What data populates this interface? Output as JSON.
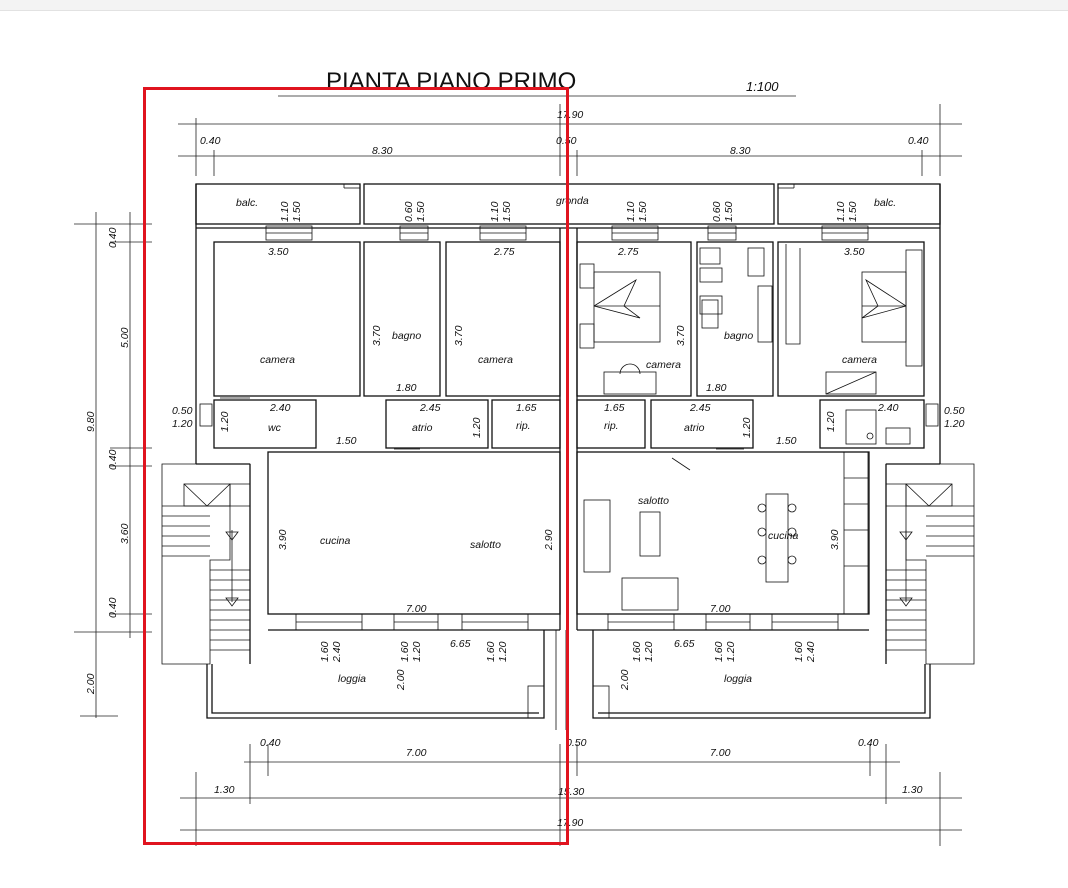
{
  "drawing": {
    "title": "PIANTA PIANO PRIMO",
    "scale": "1:100"
  },
  "rooms": {
    "balc_left": "balc.",
    "balc_right": "balc.",
    "gronda": "gronda",
    "camera_1": "camera",
    "bagno_1": "bagno",
    "camera_2": "camera",
    "camera_3": "camera",
    "bagno_2": "bagno",
    "camera_4": "camera",
    "wc": "wc",
    "atrio_1": "atrio",
    "rip_1": "rip.",
    "rip_2": "rip.",
    "atrio_2": "atrio",
    "cucina_1": "cucina",
    "salotto_1": "salotto",
    "salotto_2": "salotto",
    "cucina_2": "cucina",
    "loggia_1": "loggia",
    "loggia_2": "loggia"
  },
  "dims": {
    "top_total": "17.90",
    "top_040_l": "0.40",
    "top_830_l": "8.30",
    "top_050": "0.50",
    "top_830_r": "8.30",
    "top_040_r": "0.40",
    "bot_040_l": "0.40",
    "bot_700_l": "7.00",
    "bot_050": "0.50",
    "bot_700_r": "7.00",
    "bot_040_r": "0.40",
    "bot_130_l": "1.30",
    "bot_1530": "15.30",
    "bot_130_r": "1.30",
    "bot_total": "17.90",
    "left_040_a": "0.40",
    "left_500": "5.00",
    "left_980": "9.80",
    "left_040_b": "0.40",
    "left_360": "3.60",
    "left_040_c": "0.40",
    "left_200": "2.00",
    "win_110_1": "1.10",
    "win_150_1": "1.50",
    "win_060_1": "0.60",
    "win_150_2": "1.50",
    "win_110_2": "1.10",
    "win_150_3": "1.50",
    "win_110_3": "1.10",
    "win_150_4": "1.50",
    "win_060_2": "0.60",
    "win_150_5": "1.50",
    "win_110_4": "1.10",
    "win_150_6": "1.50",
    "cam1_w": "3.50",
    "cam2_w": "2.75",
    "cam3_w": "2.75",
    "cam4_w": "3.50",
    "bagno1_h": "3.70",
    "cam2_h": "3.70",
    "cam3_h": "3.70",
    "bagno1_w": "1.80",
    "bagno2_w": "1.80",
    "wc_w": "2.40",
    "wc_h": "1.20",
    "atrio1_w": "2.45",
    "rip1_w": "1.65",
    "rip1_h": "1.20",
    "rip2_w": "1.65",
    "atrio2_w": "2.45",
    "atrio2_h": "1.20",
    "wc2_h": "1.20",
    "wc2_w": "2.40",
    "corr_150_l": "1.50",
    "corr_150_r": "1.50",
    "side_050_l": "0.50",
    "side_120_l": "1.20",
    "side_050_r": "0.50",
    "side_120_r": "1.20",
    "liv1_h_l": "3.90",
    "liv1_h_r": "2.90",
    "liv2_h_r": "3.90",
    "liv1_w": "7.00",
    "liv2_w": "7.00",
    "lw_160_1": "1.60",
    "lw_240_1": "2.40",
    "lw_160_2": "1.60",
    "lw_120_2": "1.20",
    "lw_665_1": "6.65",
    "lw_160_3": "1.60",
    "lw_120_3": "1.20",
    "lw_160_4": "1.60",
    "lw_120_4": "1.20",
    "lw_665_2": "6.65",
    "lw_160_5": "1.60",
    "lw_120_5": "1.20",
    "lw_160_6": "1.60",
    "lw_240_6": "2.40",
    "loggia1_h": "2.00",
    "loggia2_h": "2.00"
  },
  "highlight": {
    "color": "#e0141f"
  }
}
